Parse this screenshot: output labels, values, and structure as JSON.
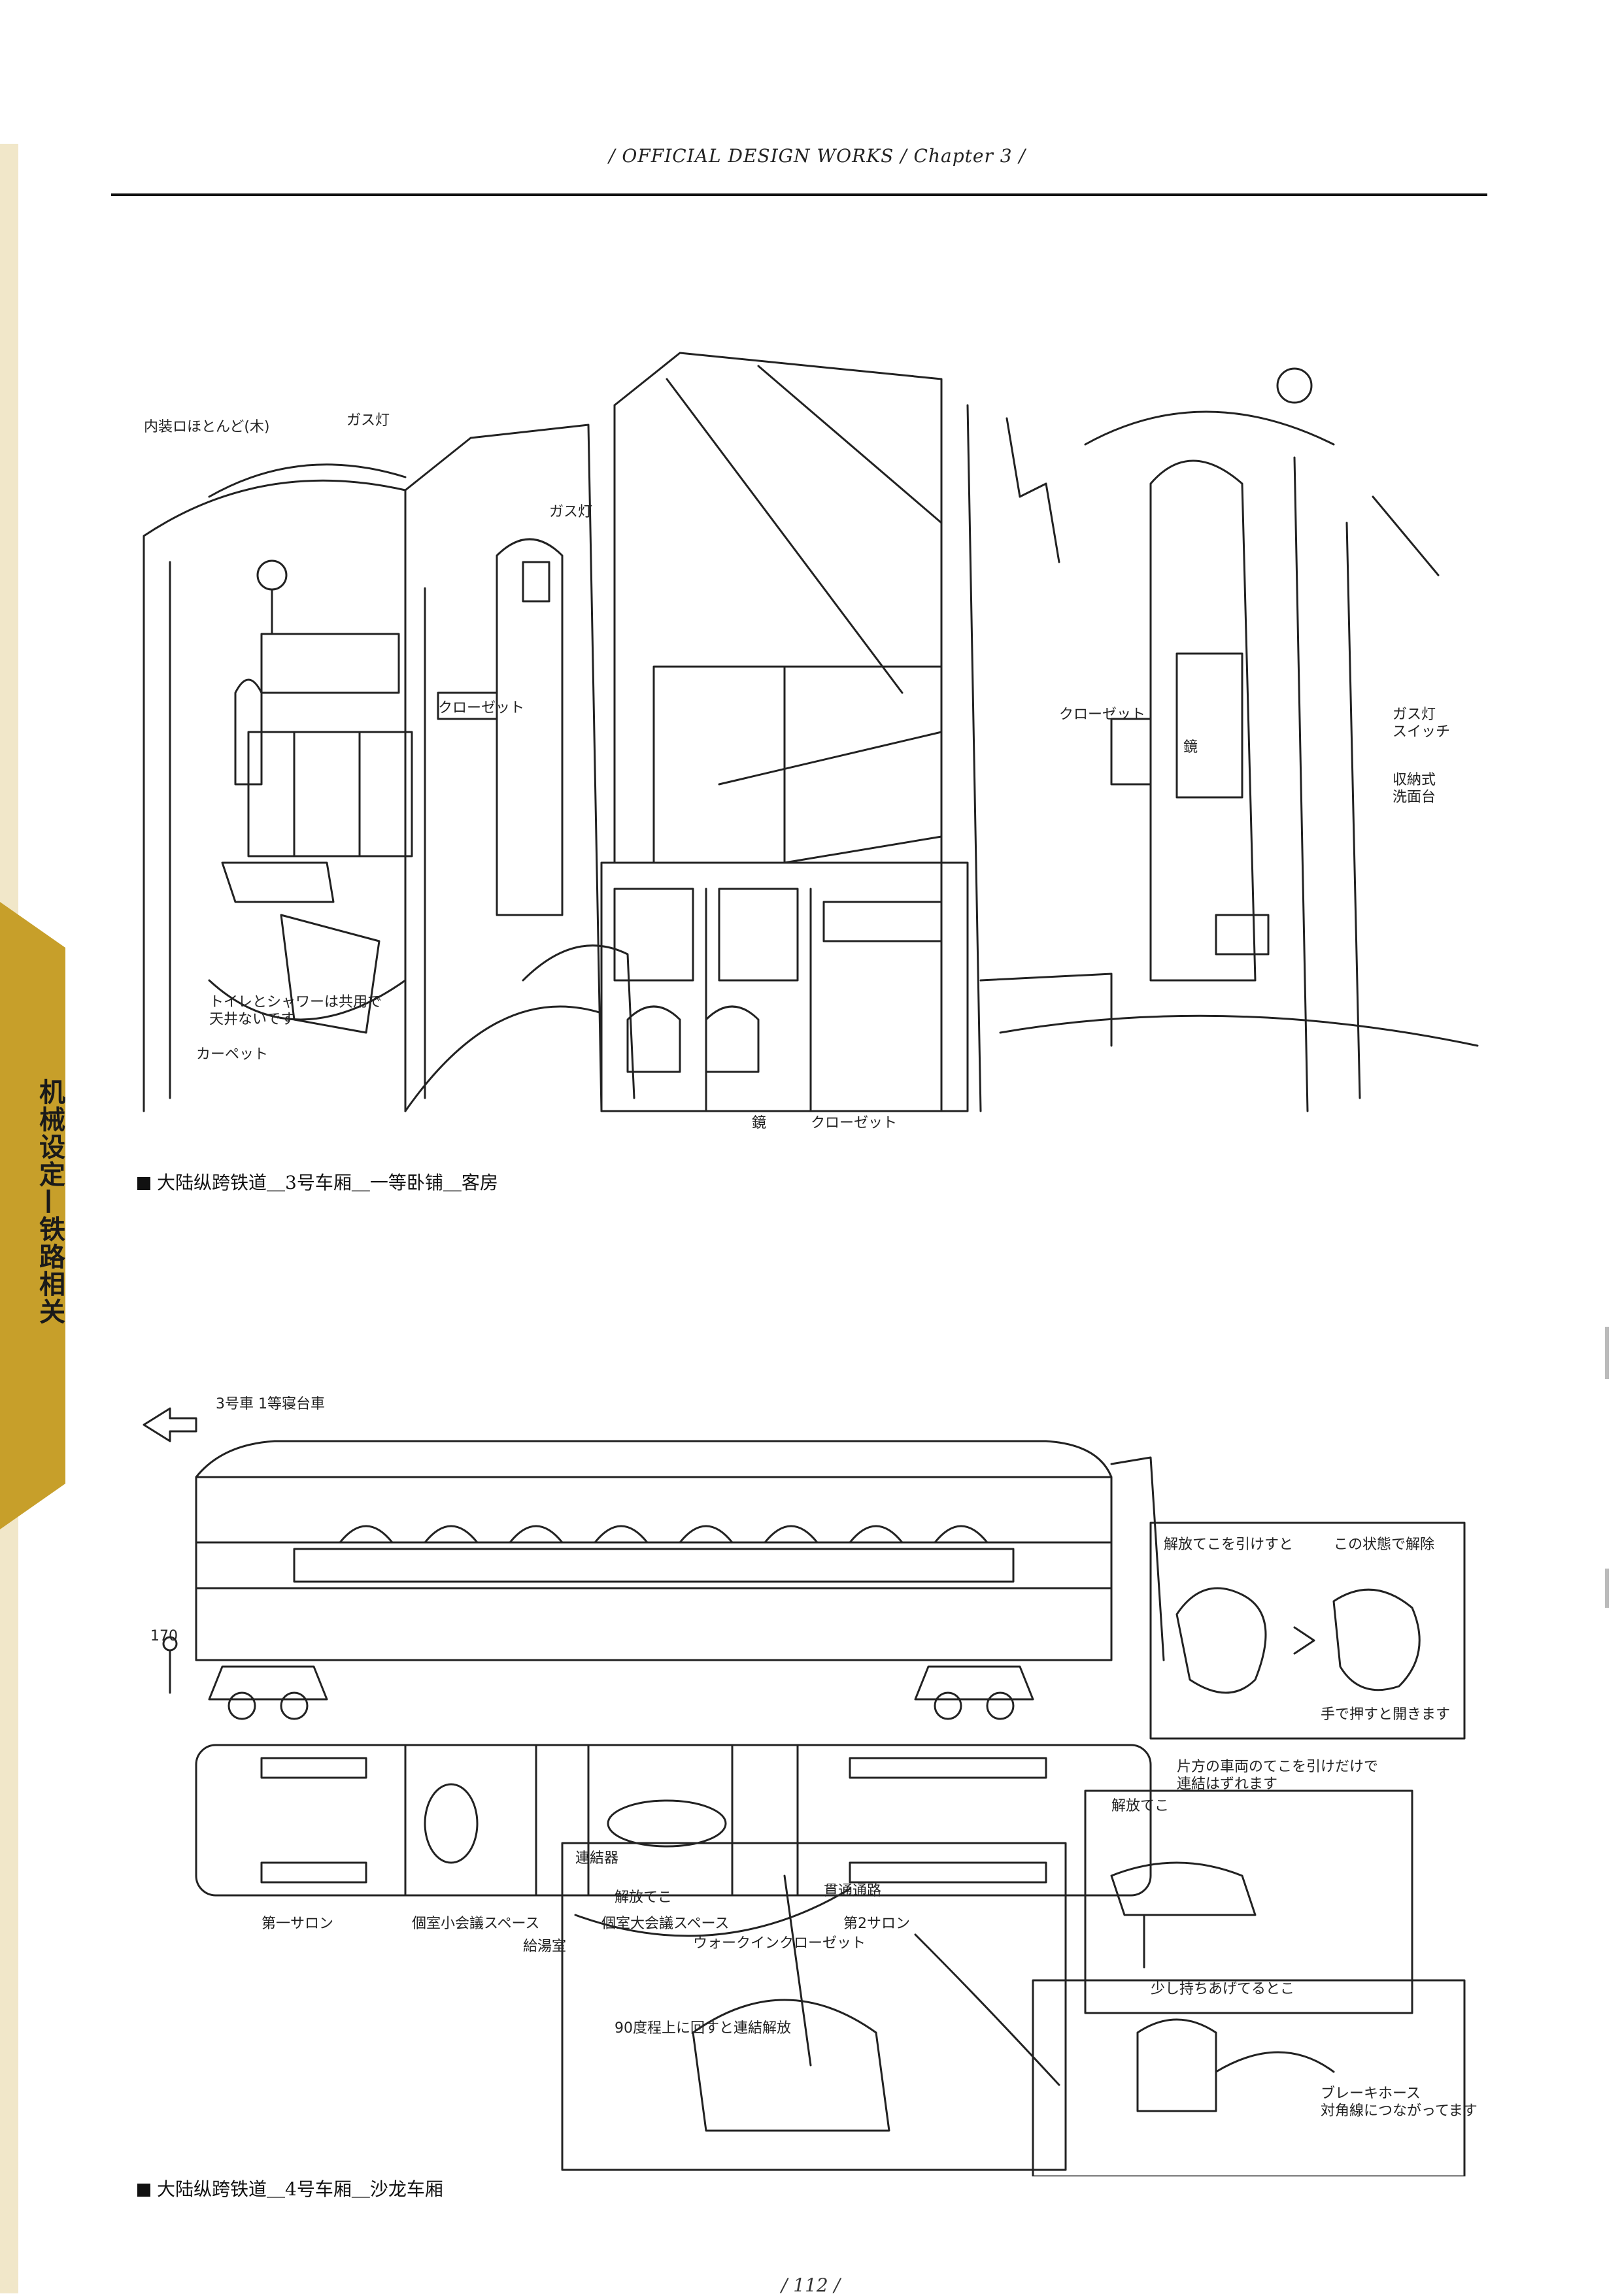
{
  "header": {
    "running_title": "/ OFFICIAL DESIGN WORKS / Chapter 3 /"
  },
  "side_tab": {
    "label": "机械设定—铁路相关",
    "color": "#c79f2a"
  },
  "figure_top": {
    "caption": "大陆纵跨铁道＿3号车厢＿一等卧铺＿客房",
    "notes": {
      "interior_mostly": "内装ロほとんど(木)",
      "gas_lamp_1": "ガス灯",
      "gas_lamp_2": "ガス灯",
      "closet_left": "クローゼット",
      "closet_right": "クローゼット",
      "toilet_note": "トイレとシャワーは共用で\n天井ないです",
      "carpet": "カーペット",
      "mirror_bottom": "鏡",
      "closet_bottom": "クローゼット",
      "mirror_right": "鏡",
      "gas_lamp_switch": "ガス灯\nスイッチ",
      "washbasin": "収納式\n洗面台"
    }
  },
  "figure_bottom": {
    "caption": "大陆纵跨铁道＿4号车厢＿沙龙车厢",
    "notes": {
      "from_car3": "3号車 1等寝台車",
      "height_mark": "170",
      "salon_1": "第一サロン",
      "meeting_small": "個室小会議スペース",
      "pantry": "給湯室",
      "meeting_large": "個室大会議スペース",
      "walk_in_closet": "ウォークインクローゼット",
      "salon_2": "第2サロン",
      "release_lever_pull": "解放てこを引けすと",
      "in_this_state": "この状態で解除",
      "push_by_hand": "手で押すと開きます",
      "one_side_lever": "片方の車両のてこを引けだけで\n連結はずれます",
      "release_lever_box": "解放てこ",
      "lift_slightly": "少し持ちあげてるとこ",
      "coupler_box": "連結器",
      "release_lever": "解放てこ",
      "passage": "貫通通路",
      "rotate_up": "90度程上に回すと連結解放",
      "brake_hose": "ブレーキホース\n対角線につながってます"
    }
  },
  "footer": {
    "page_number": "/ 112 /"
  }
}
